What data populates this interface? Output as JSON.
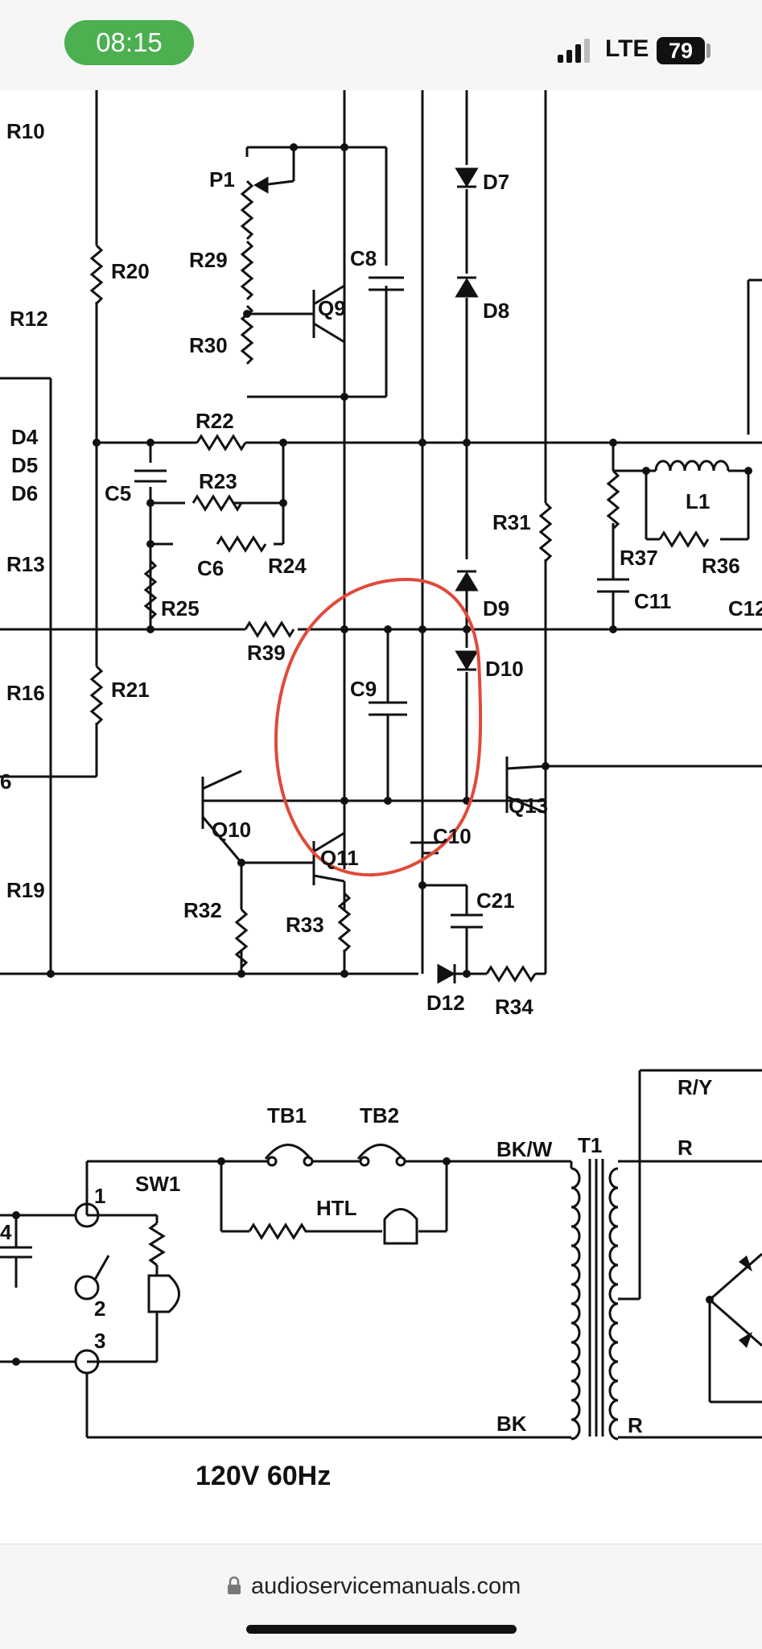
{
  "status_bar": {
    "time": "08:15",
    "network": "LTE",
    "battery": "79"
  },
  "schematic": {
    "labels": {
      "R10": "R10",
      "R12": "R12",
      "R13": "R13",
      "R16": "R16",
      "R19": "R19",
      "R20": "R20",
      "R21": "R21",
      "R22": "R22",
      "R23": "R23",
      "R24": "R24",
      "R25": "R25",
      "R29": "R29",
      "R30": "R30",
      "R31": "R31",
      "R32": "R32",
      "R33": "R33",
      "R34": "R34",
      "R36": "R36",
      "R37": "R37",
      "R39": "R39",
      "P1": "P1",
      "C5": "C5",
      "C6": "C6",
      "C8": "C8",
      "C9": "C9",
      "C10": "C10",
      "C11": "C11",
      "C12": "C12",
      "C21": "C21",
      "D4": "D4",
      "D5": "D5",
      "D6": "D6",
      "D7": "D7",
      "D8": "D8",
      "D9": "D9",
      "D10": "D10",
      "D12": "D12",
      "Q6": "6",
      "Q9": "Q9",
      "Q10": "Q10",
      "Q11": "Q11",
      "Q13": "Q13",
      "L1": "L1",
      "T1": "T1",
      "SW1": "SW1",
      "TB1": "TB1",
      "TB2": "TB2",
      "HTL": "HTL",
      "C4": "4",
      "sw_pos1": "1",
      "sw_pos2": "2",
      "sw_pos3": "3",
      "RY": "R/Y",
      "R_top": "R",
      "R_bottom": "R",
      "BKW": "BK/W",
      "BK": "BK",
      "mains": "120V  60Hz"
    },
    "annotation_color": "#e04a3a",
    "ink_color": "#111111"
  },
  "url_bar": {
    "url": "audioservicemanuals.com"
  }
}
